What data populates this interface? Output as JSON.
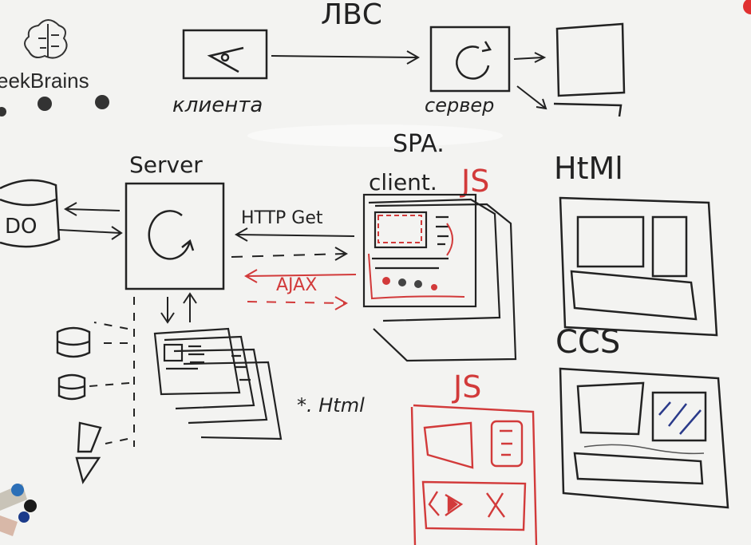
{
  "logo": {
    "text": "eekBrains"
  },
  "labels": {
    "top_title": "ЛВС",
    "client_caption": "клиента",
    "server_caption_ru": "сервер",
    "spa": "SPA.",
    "client_prefix": "client.",
    "client_js": "JS",
    "html_heading": "HtMl",
    "server": "Server",
    "db": "DO",
    "http_get": "HTTP Get",
    "ajax": "AJAX",
    "html_pages": "*. Html",
    "css_heading": "CCS",
    "js_heading": "JS"
  },
  "colors": {
    "ink": "#222222",
    "red_marker": "#d23a3a",
    "board": "#f3f3f1"
  }
}
